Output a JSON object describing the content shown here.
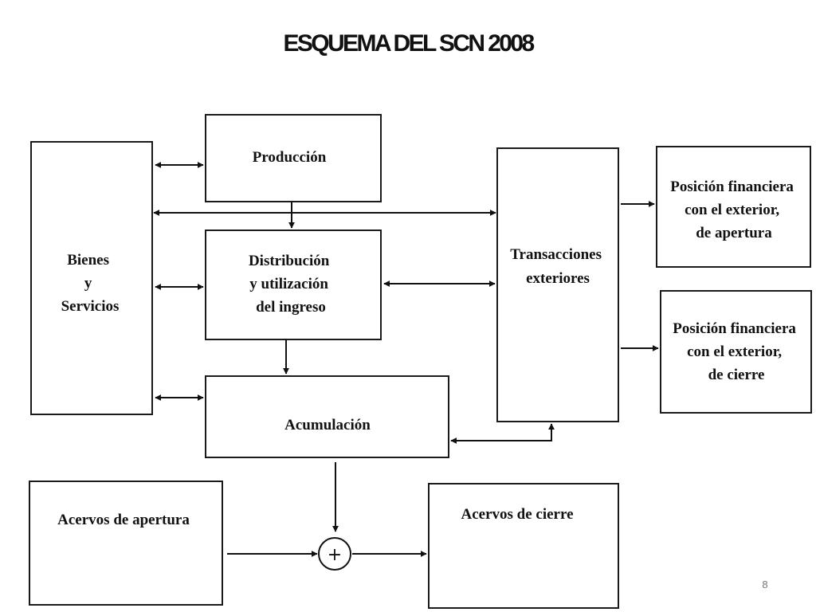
{
  "slide": {
    "title": "ESQUEMA DEL SCN 2008",
    "page_number": "8"
  },
  "boxes": {
    "bienes": {
      "lines": [
        "Bienes",
        "y",
        "Servicios"
      ]
    },
    "produccion": {
      "lines": [
        "Producción"
      ]
    },
    "distribucion": {
      "lines": [
        "Distribución",
        "y utilización",
        "del ingreso"
      ]
    },
    "acumulacion": {
      "lines": [
        "Acumulación"
      ]
    },
    "transacciones": {
      "lines": [
        "Transacciones",
        "exteriores"
      ]
    },
    "posicion_apertura": {
      "lines": [
        "Posición financiera",
        "con el exterior,",
        "de apertura"
      ]
    },
    "posicion_cierre": {
      "lines": [
        "Posición financiera",
        "con el exterior,",
        "de cierre"
      ]
    },
    "acervos_apertura": {
      "lines": [
        "Acervos de apertura"
      ]
    },
    "acervos_cierre": {
      "lines": [
        "Acervos de cierre"
      ]
    }
  },
  "sum_node": {
    "symbol": "+"
  }
}
